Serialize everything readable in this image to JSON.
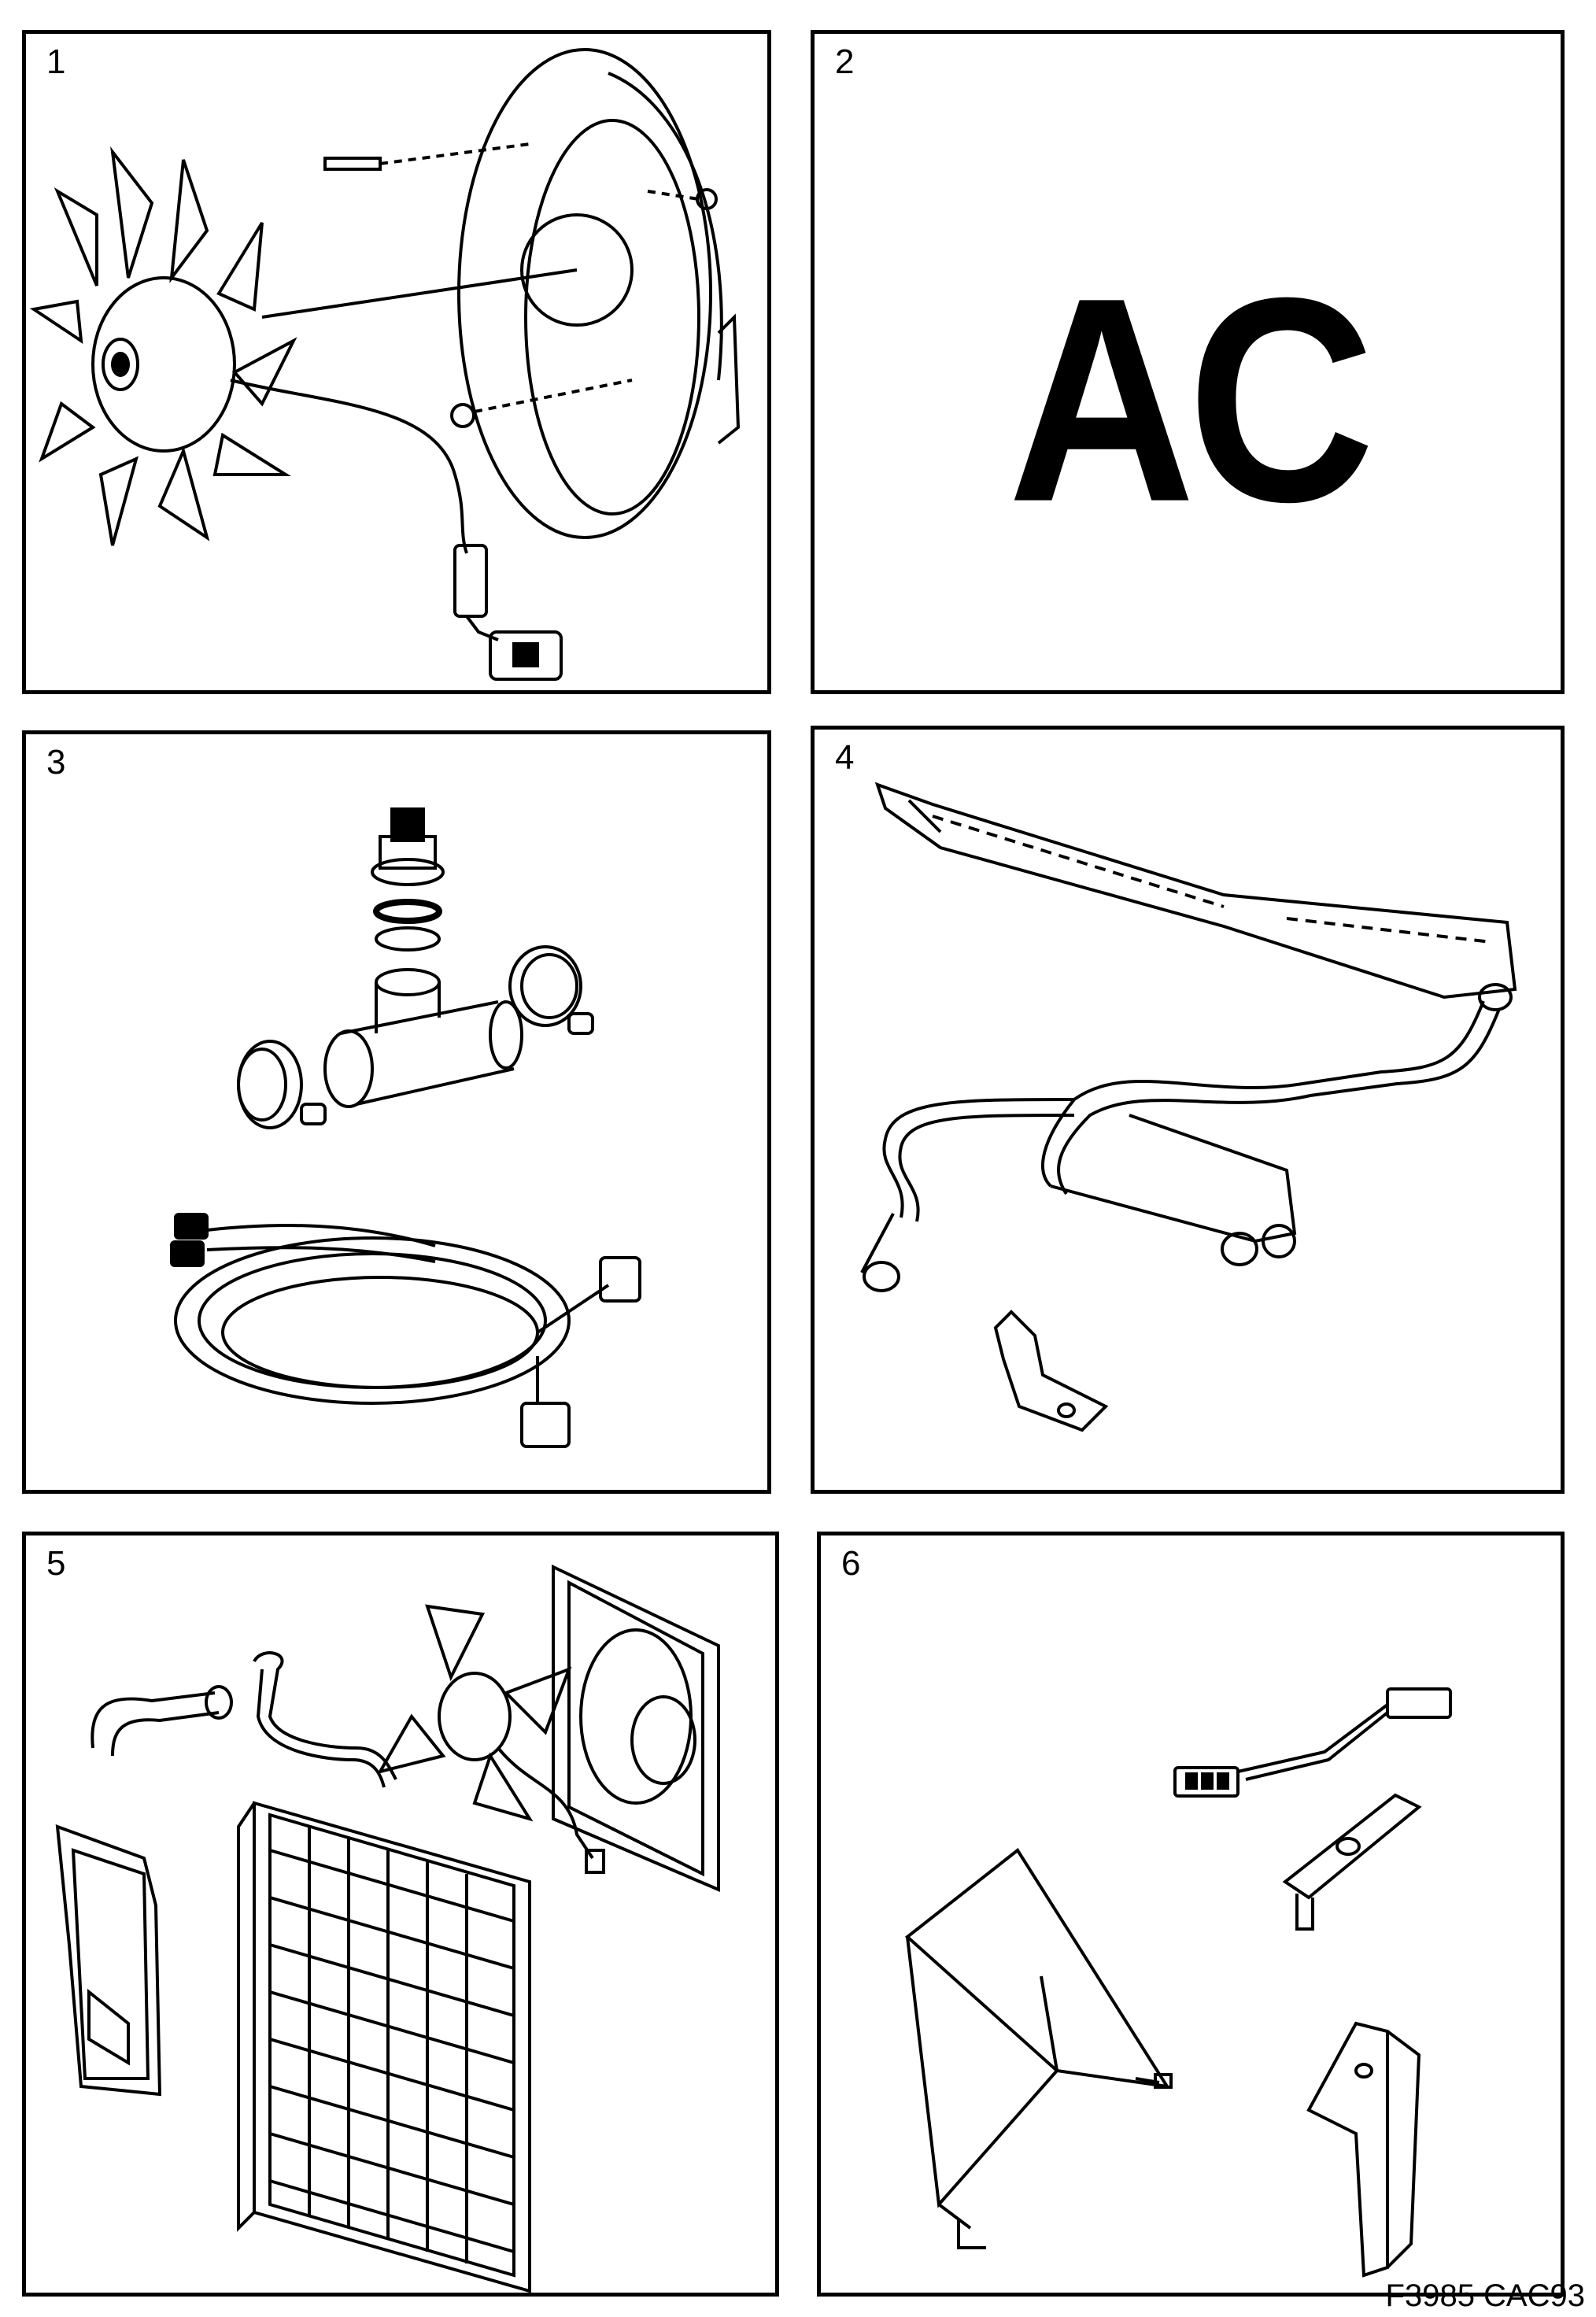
{
  "panels": [
    {
      "number": "1",
      "parts": [
        "fan-blade",
        "fan-shroud",
        "bolt",
        "nut",
        "wiring-connector"
      ]
    },
    {
      "number": "2",
      "label": "AC"
    },
    {
      "number": "3",
      "parts": [
        "temperature-sensor",
        "seal-ring",
        "t-pipe",
        "hose-clamp",
        "wiring-harness"
      ]
    },
    {
      "number": "4",
      "parts": [
        "cover-panel",
        "refrigerant-hoses",
        "bracket"
      ]
    },
    {
      "number": "5",
      "parts": [
        "radiator-hose",
        "coolant-hose",
        "radiator-condenser",
        "electric-fan",
        "fan-shroud",
        "mounting-plate"
      ]
    },
    {
      "number": "6",
      "parts": [
        "wiring-adapter",
        "plate-with-pin",
        "support-bracket",
        "angle-bracket"
      ]
    }
  ],
  "figure_code": "F3985  CAC93",
  "colors": {
    "line": "#000000",
    "background": "#ffffff"
  }
}
